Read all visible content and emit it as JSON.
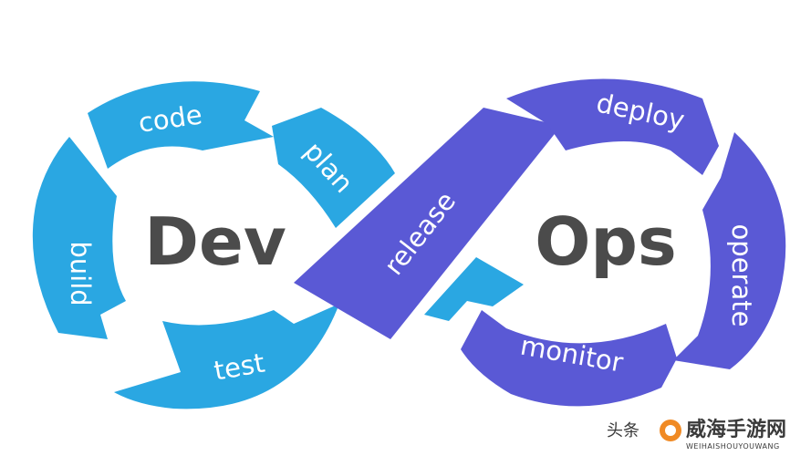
{
  "colors": {
    "dev_blue": "#2aa7e2",
    "ops_purple": "#5a59d5",
    "hub_text": "#4b4b4b",
    "background": "#ffffff"
  },
  "hubs": {
    "dev": "Dev",
    "ops": "Ops"
  },
  "segments": {
    "code": "code",
    "plan": "plan",
    "build": "build",
    "test": "test",
    "release": "release",
    "deploy": "deploy",
    "operate": "operate",
    "monitor": "monitor"
  },
  "watermark": {
    "prefix": "头条",
    "brand": "威海手游网",
    "sub": "WEIHAISHOUYOUWANG"
  }
}
